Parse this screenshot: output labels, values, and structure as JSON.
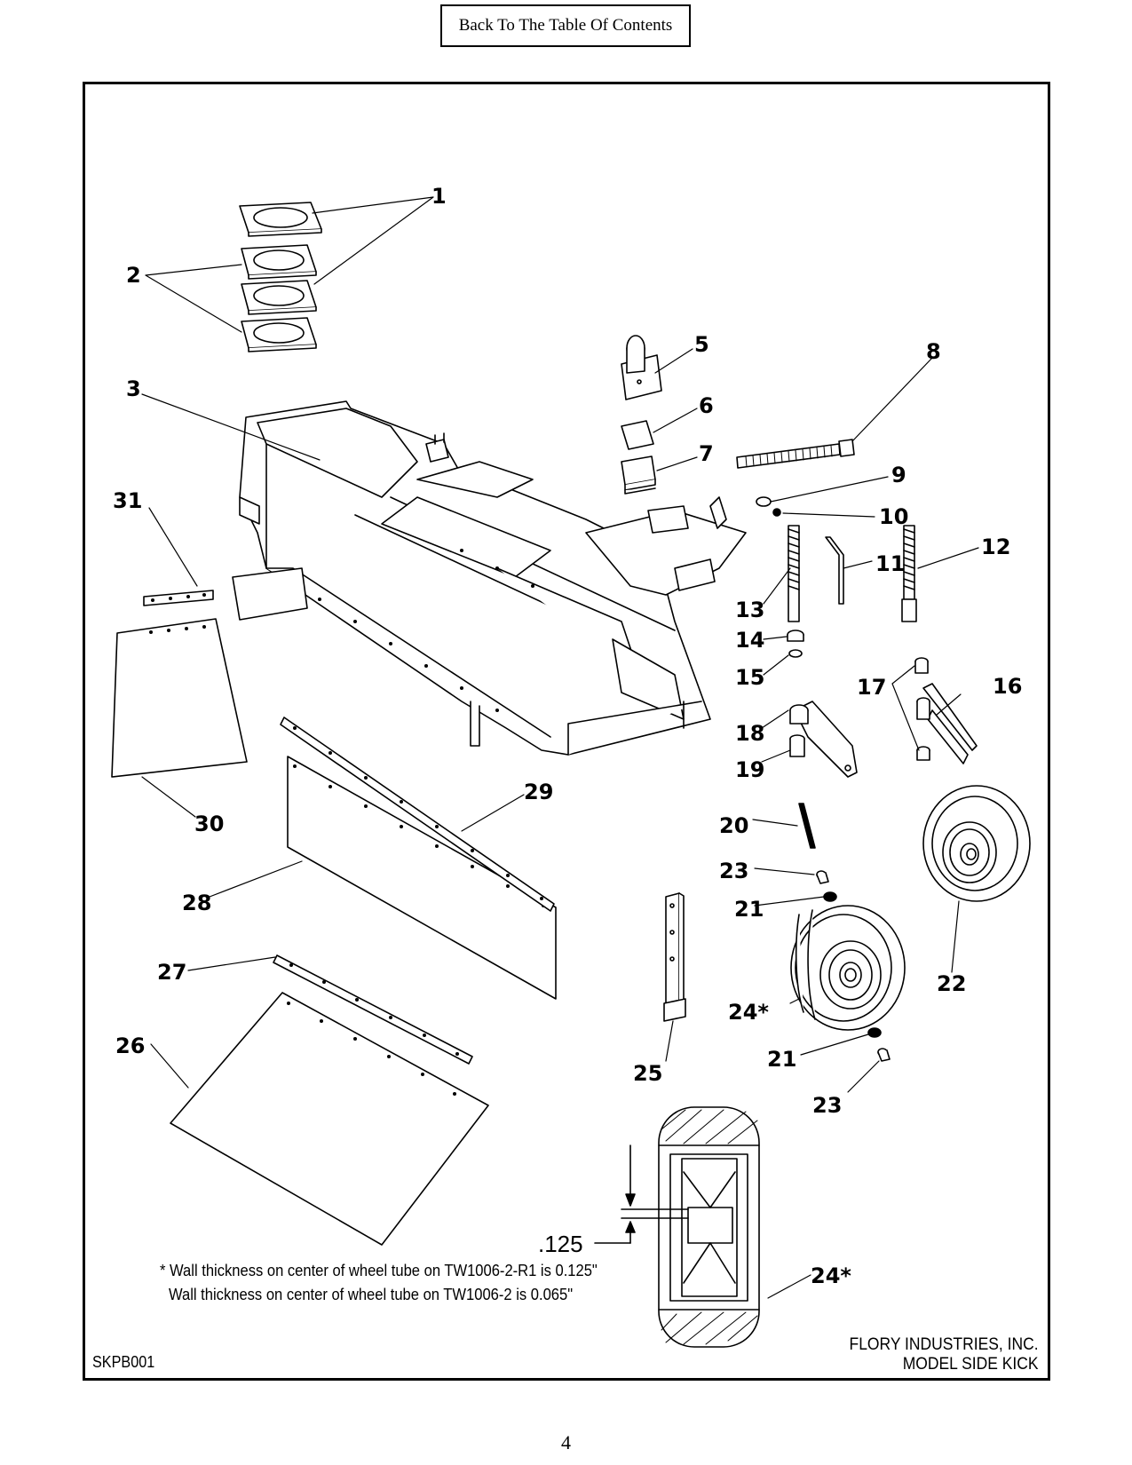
{
  "nav": {
    "toc_label": "Back To The Table Of Contents"
  },
  "callouts": {
    "c1": "1",
    "c2": "2",
    "c3": "3",
    "c5": "5",
    "c6": "6",
    "c7": "7",
    "c8": "8",
    "c9": "9",
    "c10": "10",
    "c11": "11",
    "c12": "12",
    "c13": "13",
    "c14": "14",
    "c15": "15",
    "c16": "16",
    "c17": "17",
    "c18": "18",
    "c19": "19",
    "c20": "20",
    "c21a": "21",
    "c21b": "21",
    "c22": "22",
    "c23a": "23",
    "c23b": "23",
    "c24a": "24*",
    "c24b": "24*",
    "c25": "25",
    "c26": "26",
    "c27": "27",
    "c28": "28",
    "c29": "29",
    "c30": "30",
    "c31": "31"
  },
  "dimension": ".125",
  "notes": {
    "line1": "* Wall thickness on center of wheel tube on TW1006-2-R1 is 0.125\"",
    "line2": "Wall thickness on center of wheel tube on TW1006-2 is 0.065\""
  },
  "footer": {
    "drawing_code": "SKPB001",
    "company": "FLORY INDUSTRIES, INC.",
    "model": "MODEL SIDE KICK"
  },
  "page_number": "4"
}
